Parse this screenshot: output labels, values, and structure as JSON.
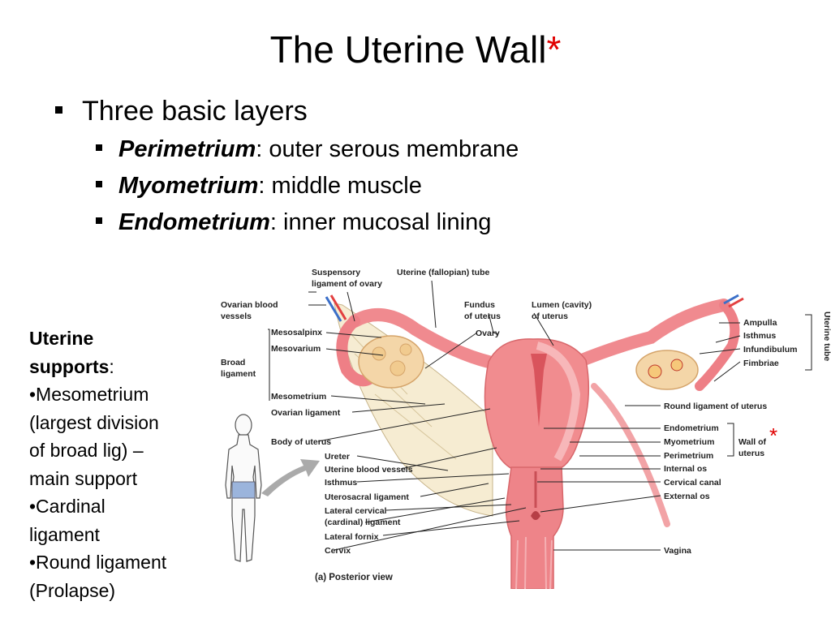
{
  "slide": {
    "title": "The Uterine Wall",
    "title_star": "*",
    "bullet_main": "Three basic layers",
    "layers": [
      {
        "term": "Perimetrium",
        "desc": ": outer serous membrane"
      },
      {
        "term": "Myometrium",
        "desc": ": middle muscle"
      },
      {
        "term": "Endometrium",
        "desc": ": inner mucosal lining"
      }
    ],
    "supports": {
      "heading1": "Uterine",
      "heading2": "supports",
      "heading_colon": ":",
      "lines": [
        "•Mesometrium",
        "(largest division",
        "of broad lig) –",
        "main support",
        "•Cardinal",
        "ligament",
        "•Round ligament",
        "(Prolapse)"
      ]
    }
  },
  "diagram": {
    "caption": "(a) Posterior view",
    "star": "*",
    "labels": {
      "suspensory1": "Suspensory",
      "suspensory2": "ligament of ovary",
      "uterine_tube": "Uterine (fallopian) tube",
      "ovarian_vessels1": "Ovarian blood",
      "ovarian_vessels2": "vessels",
      "fundus1": "Fundus",
      "fundus2": "of uterus",
      "lumen1": "Lumen (cavity)",
      "lumen2": "of uterus",
      "mesosalpinx": "Mesosalpinx",
      "mesovarium": "Mesovarium",
      "ovary": "Ovary",
      "broad1": "Broad",
      "broad2": "ligament",
      "mesometrium": "Mesometrium",
      "ovarian_ligament": "Ovarian ligament",
      "body": "Body of uterus",
      "ureter": "Ureter",
      "blood_vessels": "Uterine blood vessels",
      "isthmus_left": "Isthmus",
      "uterosacral": "Uterosacral ligament",
      "lat_cervical1": "Lateral cervical",
      "lat_cervical2": "(cardinal) ligament",
      "lat_fornix": "Lateral fornix",
      "cervix": "Cervix",
      "ampulla": "Ampulla",
      "isthmus_right": "Isthmus",
      "infundibulum": "Infundibulum",
      "fimbriae": "Fimbriae",
      "uterine_tube_side": "Uterine tube",
      "round_ligament": "Round ligament of uterus",
      "endometrium": "Endometrium",
      "myometrium": "Myometrium",
      "perimetrium": "Perimetrium",
      "wall1": "Wall of",
      "wall2": "uterus",
      "internal_os": "Internal os",
      "cervical_canal": "Cervical canal",
      "external_os": "External os",
      "vagina": "Vagina"
    }
  }
}
